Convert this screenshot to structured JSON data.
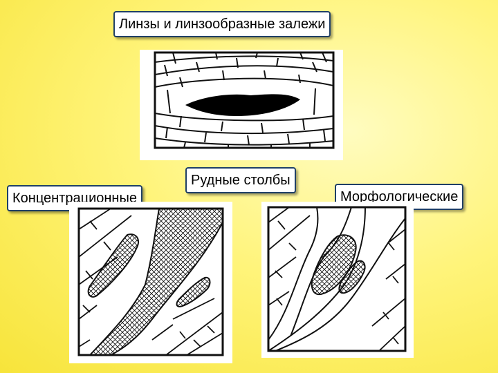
{
  "labels": {
    "lenses": "Линзы и линзообразные залежи",
    "ore_pipes": "Рудные столбы",
    "concentration": "Концентрационные",
    "morphological": "Морфологические"
  }
}
